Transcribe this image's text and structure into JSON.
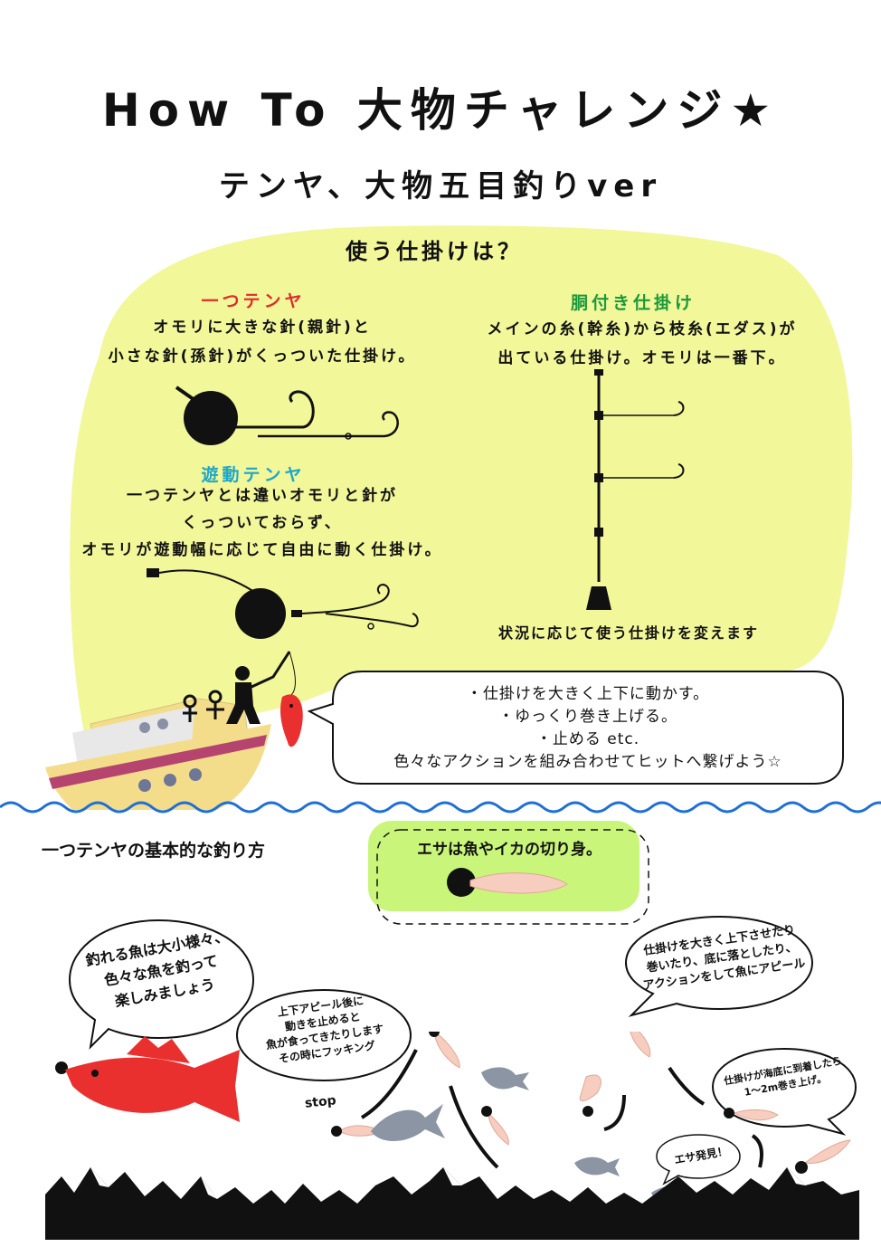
{
  "header": {
    "title": "How To 大物チャレンジ★",
    "subtitle": "テンヤ、大物五目釣りver"
  },
  "rigs": {
    "question": "使う仕掛けは？",
    "hitotsu": {
      "name": "一つテンヤ",
      "line1": "オモリに大きな針(親針)と",
      "line2": "小さな針(孫針)がくっついた仕掛け。"
    },
    "yudo": {
      "name": "遊動テンヤ",
      "line1": "一つテンヤとは違いオモリと針が",
      "line2": "くっついておらず、",
      "line3": "オモリが遊動幅に応じて自由に動く仕掛け。"
    },
    "dotsuki": {
      "name": "胴付き仕掛け",
      "line1": "メインの糸(幹糸)から枝糸(エダス)が",
      "line2": "出ている仕掛け。オモリは一番下。"
    },
    "note": "状況に応じて使う仕掛けを変えます"
  },
  "action_bubble": {
    "line1": "・仕掛けを大きく上下に動かす。",
    "line2": "・ゆっくり巻き上げる。",
    "line3": "・止める etc.",
    "line4": "色々なアクションを組み合わせてヒットへ繋げよう☆"
  },
  "basic": {
    "heading": "一つテンヤの基本的な釣り方",
    "bait": "エサは魚やイカの切り身。",
    "fish_bubble": {
      "line1": "釣れる魚は大小様々、",
      "line2": "色々な魚を釣って",
      "line3": "楽しみましょう"
    },
    "stop_bubble": {
      "line1": "上下アピール後に",
      "line2": "動きを止めると",
      "line3": "魚が食ってきたりします",
      "line4": "その時にフッキング"
    },
    "appeal_bubble": {
      "line1": "仕掛けを大きく上下させたり",
      "line2": "巻いたり、底に落としたり、",
      "line3": "アクションをして魚にアピール"
    },
    "bottom_bubble": {
      "line1": "仕掛けが海底に到着したら",
      "line2": "1〜2m巻き上げ。"
    },
    "found": "エサ発見！",
    "stop": "stop"
  },
  "colors": {
    "blob": "#f2f79a",
    "bait_box": "#c9f57a",
    "wave": "#1f6fd6",
    "boat_hull": "#f4dd8a",
    "boat_stripe": "#b5456e",
    "red_fish": "#ea2f2f",
    "gray_fish": "#8b95a3",
    "bait": "#f6cdbf"
  }
}
